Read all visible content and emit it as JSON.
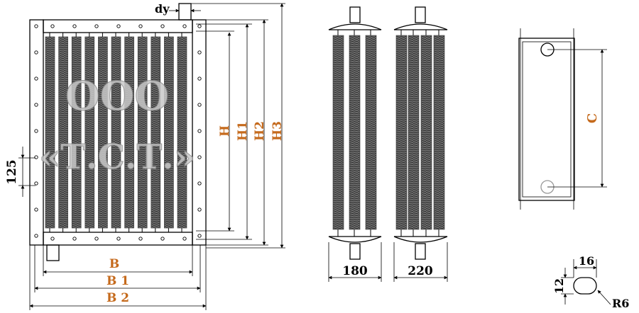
{
  "watermark": {
    "line1": "ООО",
    "line2": "«Т.С.Т.»"
  },
  "labels": {
    "dy": "dy",
    "h": "H",
    "h1": "H1",
    "h2": "H2",
    "h3": "H3",
    "pitch": "125",
    "b": "B",
    "b1": "B 1",
    "b2": "B 2",
    "depth_small": "180",
    "depth_large": "220",
    "c": "C",
    "slot_w": "16",
    "slot_h": "12",
    "slot_r": "R6"
  },
  "colors": {
    "label": "#c56a1c",
    "watermark": "#c9c9c9"
  }
}
